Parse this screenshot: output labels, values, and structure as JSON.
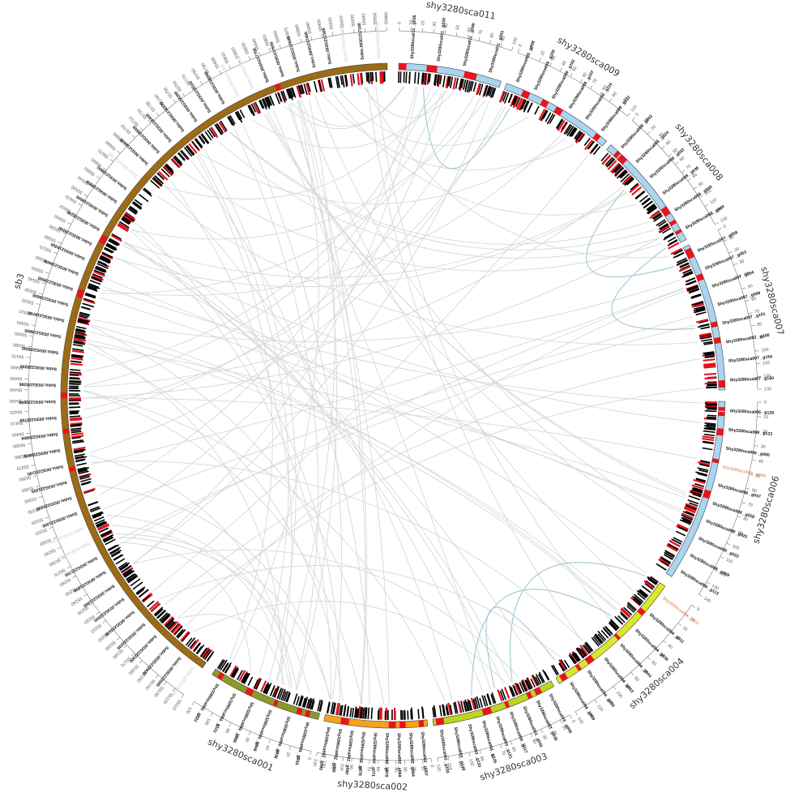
{
  "palette": {
    "sb3": "#9b6b15",
    "sca011": "#a9d5ef",
    "sca009": "#a9d5ef",
    "sca008": "#a9d5ef",
    "sca007": "#a9d5ef",
    "sca006": "#a9d5ef",
    "sca004": "#d9e82a",
    "sca003": "#bcd61e",
    "sca002": "#f5a21e",
    "sca001": "#8a9a2a",
    "highlight": "#e8141e",
    "gene_track": "#000000",
    "link_gray": "#d4d8da",
    "link_blue": "#a9cbd6"
  },
  "chromosomes": [
    {
      "id": "shy3280sca011",
      "label": "shy3280sca011",
      "color_key": "sca011",
      "ticks": [
        "0",
        "10",
        "20",
        "30",
        "40",
        "50",
        "60",
        "70",
        "80",
        "90",
        "100"
      ]
    },
    {
      "id": "shy3280sca009",
      "label": "shy3280sca009",
      "color_key": "sca009",
      "ticks": [
        "0",
        "10",
        "20",
        "30",
        "40",
        "50",
        "60",
        "70",
        "80",
        "90",
        "100",
        "110"
      ]
    },
    {
      "id": "shy3280sca008",
      "label": "shy3280sca008",
      "color_key": "sca008",
      "ticks": [
        "0",
        "10",
        "20",
        "30",
        "40",
        "50",
        "60",
        "70",
        "80",
        "90",
        "100",
        "110",
        "120",
        "130"
      ]
    },
    {
      "id": "shy3280sca007",
      "label": "shy3280sca007",
      "color_key": "sca007",
      "ticks": [
        "0",
        "10",
        "20",
        "30",
        "40",
        "50",
        "60",
        "70",
        "80",
        "90",
        "100",
        "110",
        "120",
        "130"
      ]
    },
    {
      "id": "shy3280sca006",
      "label": "shy3280sca006",
      "color_key": "sca006",
      "ticks": [
        "0",
        "10",
        "20",
        "30",
        "40",
        "50",
        "60",
        "70",
        "80",
        "90",
        "100",
        "110",
        "120",
        "130",
        "140"
      ]
    },
    {
      "id": "shy3280sca004",
      "label": "shy3280sca004",
      "color_key": "sca004",
      "ticks": [
        "0",
        "10",
        "20",
        "30",
        "40",
        "50",
        "60",
        "70",
        "80",
        "90",
        "100",
        "110",
        "120",
        "130",
        "140"
      ]
    },
    {
      "id": "shy3280sca003",
      "label": "shy3280sca003",
      "color_key": "sca003",
      "ticks": [
        "0",
        "10",
        "20",
        "30",
        "40",
        "50",
        "60",
        "70",
        "80",
        "90",
        "100",
        "110",
        "120",
        "130"
      ]
    },
    {
      "id": "shy3280sca002",
      "label": "shy3280sca002",
      "color_key": "sca002",
      "ticks": [
        "0",
        "10",
        "20",
        "30",
        "40",
        "50",
        "60",
        "70",
        "80",
        "90",
        "100",
        "110",
        "120",
        "130"
      ]
    },
    {
      "id": "shy3280sca001",
      "label": "shy3280sca001",
      "color_key": "sca001",
      "ticks": [
        "0",
        "10",
        "20",
        "30",
        "40",
        "50",
        "60",
        "70",
        "80",
        "90",
        "100",
        "110",
        "120"
      ]
    },
    {
      "id": "sb3",
      "label": "sb3",
      "color_key": "sb3",
      "ticks": [
        "55110",
        "55120",
        "55130",
        "55140",
        "55150",
        "55160",
        "55170",
        "55180",
        "55190",
        "55200",
        "55210",
        "55220",
        "55230",
        "55240",
        "55250",
        "55260",
        "55270",
        "55280",
        "55290",
        "55300",
        "55310",
        "55320",
        "55330",
        "55340",
        "55350",
        "55360",
        "55370",
        "55380",
        "55390",
        "55400",
        "55410",
        "55420",
        "55430",
        "55440",
        "55450",
        "55460",
        "55470",
        "55480",
        "55490",
        "55500",
        "55510",
        "55520",
        "55530",
        "55540",
        "55550",
        "55560",
        "55570",
        "55580",
        "55590",
        "55600",
        "55610",
        "55620",
        "55630",
        "55640",
        "55650",
        "55660",
        "55670",
        "55680",
        "55690",
        "55700",
        "55710",
        "55720",
        "55730",
        "55740",
        "55750",
        "55760",
        "55770",
        "55780",
        "55790",
        "55800",
        "55810",
        "55820",
        "55830",
        "55840",
        "55850",
        "55860",
        "55870",
        "55880",
        "55890",
        "55900",
        "55910",
        "55920",
        "55930",
        "55940",
        "55950",
        "55960"
      ]
    }
  ],
  "gene_labels": {
    "sb3": [
      {
        "text": "Sobic.003G222600",
        "style": "faded"
      },
      {
        "text": "Sobic.003G222500",
        "style": "normal"
      },
      {
        "text": "Sobic.003G222400",
        "style": "normal"
      },
      {
        "text": "Sobic.003G222300",
        "style": "normal"
      },
      {
        "text": "Sobic.003G222200",
        "style": "normal"
      },
      {
        "text": "Sobic.003G222100",
        "style": "normal"
      },
      {
        "text": "Sobic.003G222000",
        "style": "normal"
      },
      {
        "text": "Sobic.003G221900",
        "style": "normal"
      },
      {
        "text": "Sobic.003G221800",
        "style": "normal"
      },
      {
        "text": "Sobic.003G221700",
        "style": "normal"
      },
      {
        "text": "Sobic.003G221600",
        "style": "faded"
      },
      {
        "text": "Sobic.003G221500",
        "style": "faded"
      },
      {
        "text": "Sobic.003G221400",
        "style": "normal"
      },
      {
        "text": "Sobic.003G221300",
        "style": "normal"
      },
      {
        "text": "Sobic.003G221200",
        "style": "normal"
      },
      {
        "text": "Sobic.003G221100",
        "style": "normal"
      },
      {
        "text": "Sobic.003G220900",
        "style": "normal"
      },
      {
        "text": "Sobic.003G220800",
        "style": "normal"
      },
      {
        "text": "Sobic.003G220700",
        "style": "normal"
      },
      {
        "text": "Sobic.003G220600",
        "style": "normal"
      },
      {
        "text": "Sobic.003G220266",
        "style": "normal"
      },
      {
        "text": "Sobic.003G220200",
        "style": "normal"
      },
      {
        "text": "Sobic.003G220000",
        "style": "normal"
      },
      {
        "text": "Sobic.003G219800",
        "style": "normal"
      },
      {
        "text": "Sobic.003G219700",
        "style": "normal"
      },
      {
        "text": "Sobic.003G219600",
        "style": "normal"
      },
      {
        "text": "Sobic.003G219500",
        "style": "normal"
      },
      {
        "text": "Sobic.003G219400",
        "style": "normal"
      },
      {
        "text": "Sobic.003G219300",
        "style": "normal"
      },
      {
        "text": "Sobic.003G219200",
        "style": "normal"
      },
      {
        "text": "Sobic.003G219100",
        "style": "normal"
      },
      {
        "text": "Sobic.003G219000",
        "style": "normal"
      },
      {
        "text": "Sobic.003G218900",
        "style": "normal"
      },
      {
        "text": "Sobic.003G218801",
        "style": "normal"
      },
      {
        "text": "Sobic.003G218700",
        "style": "faded"
      },
      {
        "text": "Sobic.003G218600",
        "style": "normal"
      },
      {
        "text": "Sobic.003G218500",
        "style": "normal"
      },
      {
        "text": "Sobic.003G218400",
        "style": "normal"
      },
      {
        "text": "Sobic.003G218300",
        "style": "normal"
      },
      {
        "text": "Sobic.003G218200",
        "style": "normal"
      },
      {
        "text": "Sobic.003G218100",
        "style": "normal"
      },
      {
        "text": "Sobic.003G218000",
        "style": "normal"
      },
      {
        "text": "Sobic.003G217900",
        "style": "faded"
      },
      {
        "text": "Sobic.003G217800",
        "style": "faded"
      },
      {
        "text": "Sobic.003G217700",
        "style": "normal"
      },
      {
        "text": "Sobic.003G217600",
        "style": "normal"
      },
      {
        "text": "Sobic.003G217500",
        "style": "normal"
      },
      {
        "text": "Sobic.003G217400",
        "style": "normal"
      },
      {
        "text": "Sobic.003G217300",
        "style": "normal"
      },
      {
        "text": "Sobic.003G217200",
        "style": "faded"
      },
      {
        "text": "Sobic.003G217100",
        "style": "normal"
      },
      {
        "text": "Sobic.003G217000",
        "style": "faded"
      }
    ],
    "shy3280sca011": [
      {
        "text": "Shy3280sca011 _g036",
        "style": "normal"
      },
      {
        "text": "Shy3280sca011 _g039",
        "style": "normal"
      },
      {
        "text": "Shy3280sca011 _g040",
        "style": "normal"
      },
      {
        "text": "Shy3280sca011 _g041",
        "style": "normal"
      }
    ],
    "shy3280sca009": [
      {
        "text": "Shy3280sca009 _g098",
        "style": "normal"
      },
      {
        "text": "Shy3280sca009 _g100",
        "style": "normal"
      },
      {
        "text": "Shy3280sca009 _g102",
        "style": "normal"
      },
      {
        "text": "Shy3280sca009 _g107",
        "style": "normal"
      },
      {
        "text": "Shy3280sca009 _g110",
        "style": "normal"
      },
      {
        "text": "Shy3280sca009 _g122",
        "style": "normal"
      }
    ],
    "shy3280sca008": [
      {
        "text": "Shy3280sca008 _g002",
        "style": "normal"
      },
      {
        "text": "Shy3280sca008 _g024",
        "style": "normal"
      },
      {
        "text": "Shy3280sca008 _g032",
        "style": "normal"
      },
      {
        "text": "Shy3280sca008 _g036",
        "style": "normal"
      },
      {
        "text": "Shy3280sca008 _g040",
        "style": "normal"
      },
      {
        "text": "Shy3280sca008 _g049",
        "style": "normal"
      }
    ],
    "shy3280sca007": [
      {
        "text": "Shy3280sca007 _g059",
        "style": "normal"
      },
      {
        "text": "Shy3280sca007 _g053",
        "style": "normal"
      },
      {
        "text": "Shy3280sca007 _g054",
        "style": "normal"
      },
      {
        "text": "Shy3280sca007 _g069",
        "style": "normal"
      },
      {
        "text": "Shy3280sca007 _g101",
        "style": "normal"
      },
      {
        "text": "Shy3280sca007 _g100",
        "style": "normal"
      },
      {
        "text": "Shy3280sca007 _g154",
        "style": "normal"
      },
      {
        "text": "Shy3280sca007 _g160",
        "style": "normal"
      }
    ],
    "shy3280sca006": [
      {
        "text": "Shy3280sca006 _g128",
        "style": "normal"
      },
      {
        "text": "Shy3280sca006 _g123",
        "style": "normal"
      },
      {
        "text": "Shy3280sca006 _g090",
        "style": "normal"
      },
      {
        "text": "Shy3280sca006 _g068",
        "style": "orange"
      },
      {
        "text": "Shy3280sca006 _g047",
        "style": "normal"
      },
      {
        "text": "Shy3280sca006 _g028",
        "style": "normal"
      },
      {
        "text": "Shy3280sca006 _g025",
        "style": "normal"
      },
      {
        "text": "Shy3280sca006 _g022",
        "style": "normal"
      },
      {
        "text": "Shy3280sca006 _g009",
        "style": "normal"
      },
      {
        "text": "Shy3280sca006 _g113",
        "style": "normal"
      }
    ],
    "shy3280sca004": [
      {
        "text": "Shy3280sca004 _g004",
        "style": "orange"
      },
      {
        "text": "Shy3280sca004 _g011",
        "style": "normal"
      },
      {
        "text": "Shy3280sca004 _g036",
        "style": "normal"
      },
      {
        "text": "Shy3280sca004 _g044",
        "style": "normal"
      },
      {
        "text": "Shy3280sca004 _g053",
        "style": "normal"
      },
      {
        "text": "Shy3280sca004 _g055",
        "style": "normal"
      },
      {
        "text": "Shy3280sca004 _g059",
        "style": "normal"
      }
    ],
    "shy3280sca003": [
      {
        "text": "Shy3280sca003 _g006",
        "style": "normal"
      },
      {
        "text": "Shy3280sca003 _g039",
        "style": "normal"
      },
      {
        "text": "Shy3280sca003 _g040",
        "style": "normal"
      },
      {
        "text": "Shy3280sca003 _g117",
        "style": "normal"
      },
      {
        "text": "Shy3280sca003 _g121",
        "style": "normal"
      },
      {
        "text": "Shy3280sca003 _g125",
        "style": "normal"
      },
      {
        "text": "Shy3280sca003 _g133",
        "style": "normal"
      },
      {
        "text": "Shy3280sca003 _g148",
        "style": "normal"
      },
      {
        "text": "Shy3280sca003 _g150",
        "style": "normal"
      }
    ],
    "shy3280sca002": [
      {
        "text": "Shy3280sca002 _g007",
        "style": "normal"
      },
      {
        "text": "Shy3280sca002 _g064",
        "style": "normal"
      },
      {
        "text": "Shy3280sca002 _g068",
        "style": "normal"
      },
      {
        "text": "Shy3280sca002 _g070",
        "style": "normal"
      },
      {
        "text": "Shy3280sca002 _g071",
        "style": "normal"
      },
      {
        "text": "Shy3280sca002 _g078",
        "style": "normal"
      },
      {
        "text": "Shy3280sca002 _g080",
        "style": "normal"
      },
      {
        "text": "Shy3280sca002 _g086",
        "style": "normal"
      },
      {
        "text": "Shy3280sca002 _g090",
        "style": "normal"
      }
    ],
    "shy3280sca001": [
      {
        "text": "Shy3280sca001 _g033",
        "style": "normal"
      },
      {
        "text": "Shy3280sca001 _g036",
        "style": "normal"
      },
      {
        "text": "Shy3280sca001 _g046",
        "style": "normal"
      },
      {
        "text": "Shy3280sca001 _g080",
        "style": "normal"
      },
      {
        "text": "Shy3280sca001 _g101",
        "style": "normal"
      },
      {
        "text": "Shy3280sca001 _g122",
        "style": "normal"
      }
    ]
  }
}
